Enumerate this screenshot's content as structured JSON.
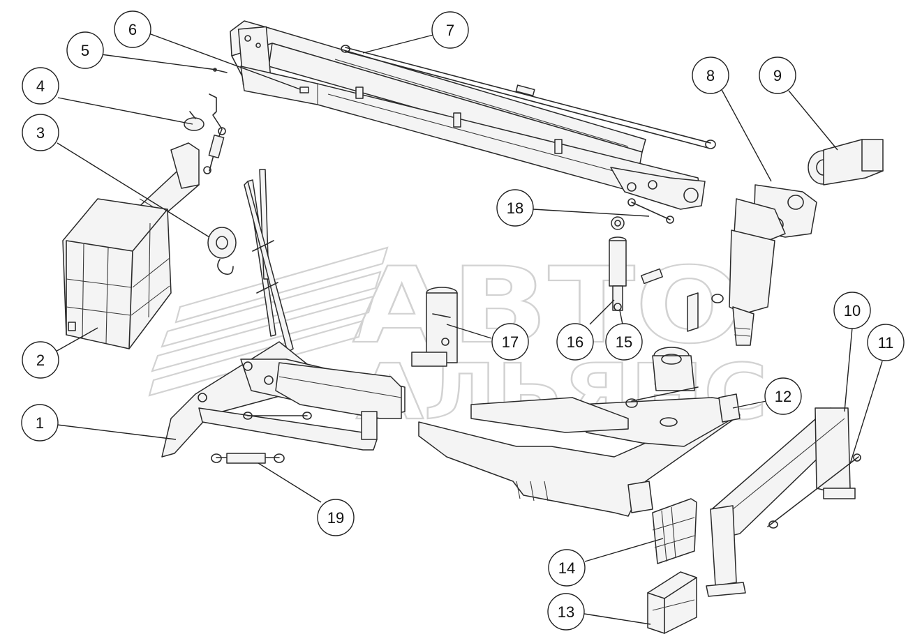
{
  "watermark": {
    "line1": "АВТО",
    "line2": "АЛЬЯНС"
  },
  "callouts": [
    {
      "label": "1"
    },
    {
      "label": "2"
    },
    {
      "label": "3"
    },
    {
      "label": "4"
    },
    {
      "label": "5"
    },
    {
      "label": "6"
    },
    {
      "label": "7"
    },
    {
      "label": "8"
    },
    {
      "label": "9"
    },
    {
      "label": "10"
    },
    {
      "label": "11"
    },
    {
      "label": "12"
    },
    {
      "label": "13"
    },
    {
      "label": "14"
    },
    {
      "label": "15"
    },
    {
      "label": "16"
    },
    {
      "label": "17"
    },
    {
      "label": "18"
    },
    {
      "label": "19"
    }
  ]
}
